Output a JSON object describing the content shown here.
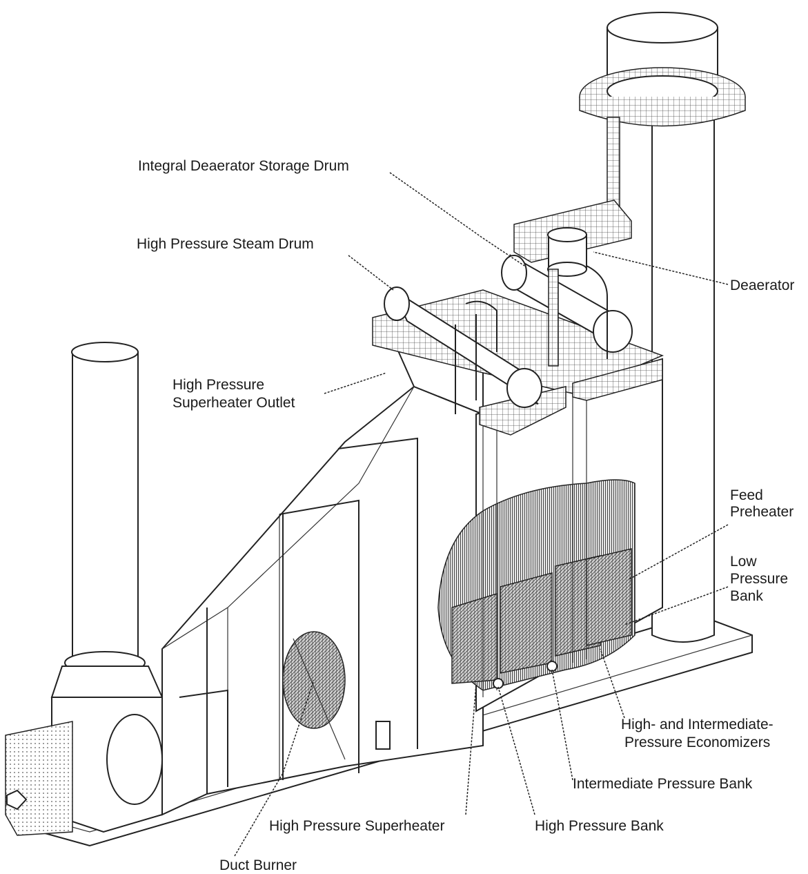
{
  "labels": {
    "integral_deaerator_storage_drum": "Integral Deaerator Storage Drum",
    "high_pressure_steam_drum": "High Pressure Steam Drum",
    "deaerator": "Deaerator",
    "hp_superheater_outlet_line1": "High Pressure",
    "hp_superheater_outlet_line2": "Superheater Outlet",
    "feed_preheater_line1": "Feed",
    "feed_preheater_line2": "Preheater",
    "low_pressure_bank_line1": "Low",
    "low_pressure_bank_line2": "Pressure",
    "low_pressure_bank_line3": "Bank",
    "economizers_line1": "High- and Intermediate-",
    "economizers_line2": "Pressure Economizers",
    "intermediate_pressure_bank": "Intermediate Pressure Bank",
    "high_pressure_superheater": "High Pressure Superheater",
    "high_pressure_bank": "High Pressure Bank",
    "duct_burner": "Duct Burner"
  },
  "colors": {
    "ink": "#222222",
    "paper": "#ffffff"
  }
}
